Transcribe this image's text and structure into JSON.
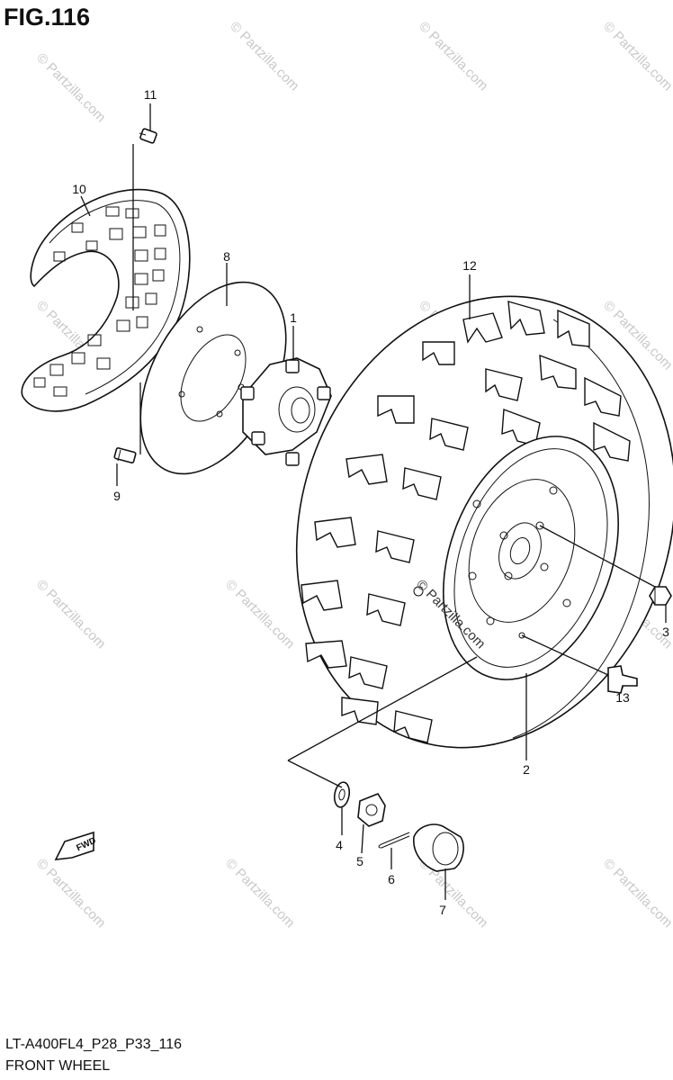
{
  "figure": {
    "title": "FIG.116",
    "model_code": "LT-A400FL4_P28_P33_116",
    "section_name": "FRONT WHEEL"
  },
  "watermark": {
    "text": "© Partzilla.com",
    "overlay_text": "© Partzilla.com",
    "color": "#c8c8c8"
  },
  "fwd_badge": {
    "label": "FWD"
  },
  "callouts": [
    {
      "id": "c1",
      "label": "1"
    },
    {
      "id": "c2",
      "label": "2"
    },
    {
      "id": "c3",
      "label": "3"
    },
    {
      "id": "c4",
      "label": "4"
    },
    {
      "id": "c5",
      "label": "5"
    },
    {
      "id": "c6",
      "label": "6"
    },
    {
      "id": "c7",
      "label": "7"
    },
    {
      "id": "c8",
      "label": "8"
    },
    {
      "id": "c9",
      "label": "9"
    },
    {
      "id": "c10",
      "label": "10"
    },
    {
      "id": "c11",
      "label": "11"
    },
    {
      "id": "c12",
      "label": "12"
    },
    {
      "id": "c13",
      "label": "13"
    }
  ]
}
